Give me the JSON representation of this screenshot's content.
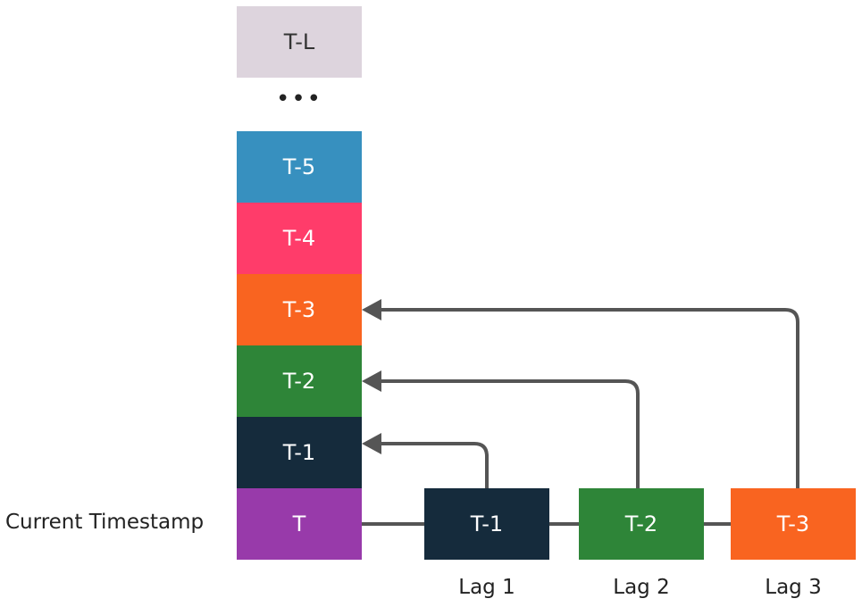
{
  "stack": {
    "top_label": "T-L",
    "ellipsis": "•••",
    "labels": [
      "T-5",
      "T-4",
      "T-3",
      "T-2",
      "T-1",
      "T"
    ],
    "current_label": "Current Timestamp"
  },
  "lags": [
    {
      "block_label": "T-1",
      "caption": "Lag 1",
      "color": "#152b3c"
    },
    {
      "block_label": "T-2",
      "caption": "Lag 2",
      "color": "#2e8538"
    },
    {
      "block_label": "T-3",
      "caption": "Lag 3",
      "color": "#f96420"
    }
  ],
  "colors": {
    "t_l": "#ddd4dd",
    "t_5": "#3790bf",
    "t_4": "#ff3c6a",
    "t_3": "#f96420",
    "t_2": "#2e8538",
    "t_1": "#152b3c",
    "t": "#983aaa",
    "connector": "#555555"
  }
}
